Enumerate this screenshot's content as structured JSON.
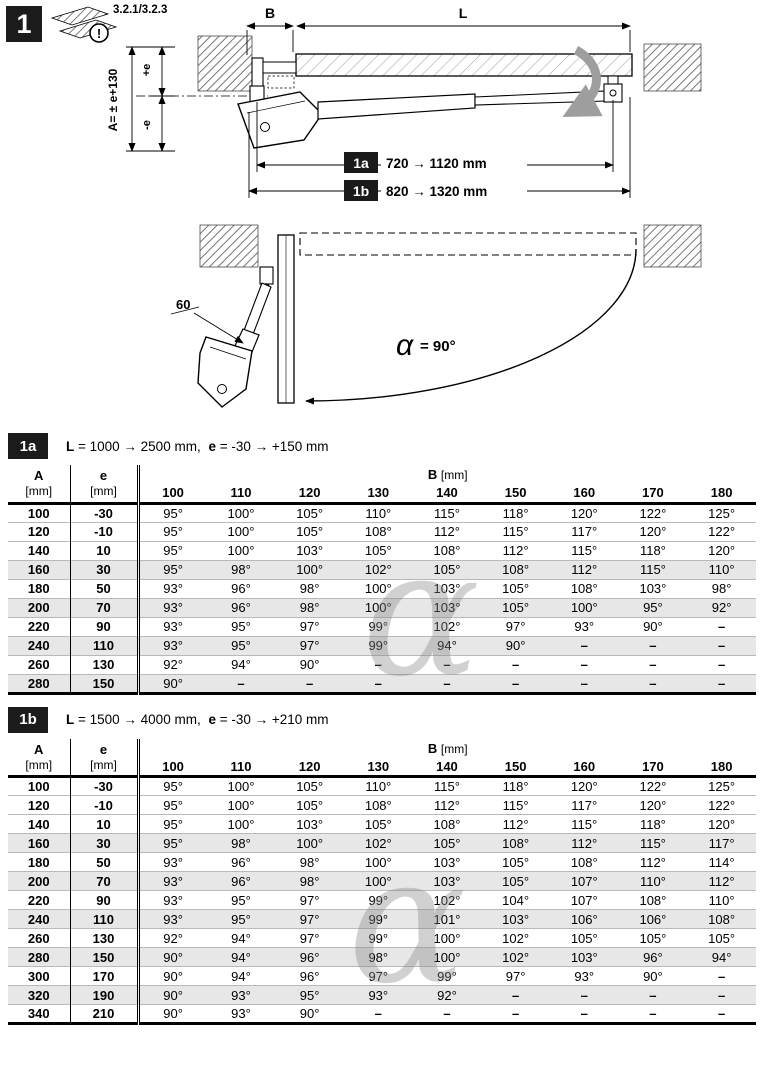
{
  "page": {
    "step_badge": "1",
    "ref_code": "3.2.1/3.2.3",
    "warning_glyph": "!"
  },
  "diagram_top": {
    "dim_b": "B",
    "dim_l": "L",
    "dim_a": "A= ± e+130",
    "dim_plus_e": "+e",
    "dim_minus_e": "-e",
    "range_1a_tag": "1a",
    "range_1a_text": "720 → 1120 mm",
    "range_1b_tag": "1b",
    "range_1b_text": "820 → 1320 mm"
  },
  "diagram_angle": {
    "offset_label": "60",
    "alpha_glyph": "α",
    "angle_value": "= 90°"
  },
  "watermark_glyph": "α",
  "tables": [
    {
      "tag": "1a",
      "subtitle_l": "L = 1000 → 2500 mm,",
      "subtitle_e": "e = -30 → +150 mm",
      "col_a_title": "A",
      "col_a_unit": "[mm]",
      "col_e_title": "e",
      "col_e_unit": "[mm]",
      "b_title": "B",
      "b_unit": "[mm]",
      "b_cols": [
        "100",
        "110",
        "120",
        "130",
        "140",
        "150",
        "160",
        "170",
        "180"
      ],
      "rows": [
        {
          "a": "100",
          "e": "-30",
          "v": [
            "95°",
            "100°",
            "105°",
            "110°",
            "115°",
            "118°",
            "120°",
            "122°",
            "125°"
          ]
        },
        {
          "a": "120",
          "e": "-10",
          "v": [
            "95°",
            "100°",
            "105°",
            "108°",
            "112°",
            "115°",
            "117°",
            "120°",
            "122°"
          ]
        },
        {
          "a": "140",
          "e": "10",
          "v": [
            "95°",
            "100°",
            "103°",
            "105°",
            "108°",
            "112°",
            "115°",
            "118°",
            "120°"
          ]
        },
        {
          "a": "160",
          "e": "30",
          "v": [
            "95°",
            "98°",
            "100°",
            "102°",
            "105°",
            "108°",
            "112°",
            "115°",
            "110°"
          ]
        },
        {
          "a": "180",
          "e": "50",
          "v": [
            "93°",
            "96°",
            "98°",
            "100°",
            "103°",
            "105°",
            "108°",
            "103°",
            "98°"
          ]
        },
        {
          "a": "200",
          "e": "70",
          "v": [
            "93°",
            "96°",
            "98°",
            "100°",
            "103°",
            "105°",
            "100°",
            "95°",
            "92°"
          ]
        },
        {
          "a": "220",
          "e": "90",
          "v": [
            "93°",
            "95°",
            "97°",
            "99°",
            "102°",
            "97°",
            "93°",
            "90°",
            "–"
          ]
        },
        {
          "a": "240",
          "e": "110",
          "v": [
            "93°",
            "95°",
            "97°",
            "99°",
            "94°",
            "90°",
            "–",
            "–",
            "–"
          ]
        },
        {
          "a": "260",
          "e": "130",
          "v": [
            "92°",
            "94°",
            "90°",
            "–",
            "–",
            "–",
            "–",
            "–",
            "–"
          ]
        },
        {
          "a": "280",
          "e": "150",
          "v": [
            "90°",
            "–",
            "–",
            "–",
            "–",
            "–",
            "–",
            "–",
            "–"
          ]
        }
      ]
    },
    {
      "tag": "1b",
      "subtitle_l": "L = 1500 → 4000 mm,",
      "subtitle_e": "e = -30 → +210 mm",
      "col_a_title": "A",
      "col_a_unit": "[mm]",
      "col_e_title": "e",
      "col_e_unit": "[mm]",
      "b_title": "B",
      "b_unit": "[mm]",
      "b_cols": [
        "100",
        "110",
        "120",
        "130",
        "140",
        "150",
        "160",
        "170",
        "180"
      ],
      "rows": [
        {
          "a": "100",
          "e": "-30",
          "v": [
            "95°",
            "100°",
            "105°",
            "110°",
            "115°",
            "118°",
            "120°",
            "122°",
            "125°"
          ]
        },
        {
          "a": "120",
          "e": "-10",
          "v": [
            "95°",
            "100°",
            "105°",
            "108°",
            "112°",
            "115°",
            "117°",
            "120°",
            "122°"
          ]
        },
        {
          "a": "140",
          "e": "10",
          "v": [
            "95°",
            "100°",
            "103°",
            "105°",
            "108°",
            "112°",
            "115°",
            "118°",
            "120°"
          ]
        },
        {
          "a": "160",
          "e": "30",
          "v": [
            "95°",
            "98°",
            "100°",
            "102°",
            "105°",
            "108°",
            "112°",
            "115°",
            "117°"
          ]
        },
        {
          "a": "180",
          "e": "50",
          "v": [
            "93°",
            "96°",
            "98°",
            "100°",
            "103°",
            "105°",
            "108°",
            "112°",
            "114°"
          ]
        },
        {
          "a": "200",
          "e": "70",
          "v": [
            "93°",
            "96°",
            "98°",
            "100°",
            "103°",
            "105°",
            "107°",
            "110°",
            "112°"
          ]
        },
        {
          "a": "220",
          "e": "90",
          "v": [
            "93°",
            "95°",
            "97°",
            "99°",
            "102°",
            "104°",
            "107°",
            "108°",
            "110°"
          ]
        },
        {
          "a": "240",
          "e": "110",
          "v": [
            "93°",
            "95°",
            "97°",
            "99°",
            "101°",
            "103°",
            "106°",
            "106°",
            "108°"
          ]
        },
        {
          "a": "260",
          "e": "130",
          "v": [
            "92°",
            "94°",
            "97°",
            "99°",
            "100°",
            "102°",
            "105°",
            "105°",
            "105°"
          ]
        },
        {
          "a": "280",
          "e": "150",
          "v": [
            "90°",
            "94°",
            "96°",
            "98°",
            "100°",
            "102°",
            "103°",
            "96°",
            "94°"
          ]
        },
        {
          "a": "300",
          "e": "170",
          "v": [
            "90°",
            "94°",
            "96°",
            "97°",
            "99°",
            "97°",
            "93°",
            "90°",
            "–"
          ]
        },
        {
          "a": "320",
          "e": "190",
          "v": [
            "90°",
            "93°",
            "95°",
            "93°",
            "92°",
            "–",
            "–",
            "–",
            "–"
          ]
        },
        {
          "a": "340",
          "e": "210",
          "v": [
            "90°",
            "93°",
            "90°",
            "–",
            "–",
            "–",
            "–",
            "–",
            "–"
          ]
        }
      ]
    }
  ]
}
